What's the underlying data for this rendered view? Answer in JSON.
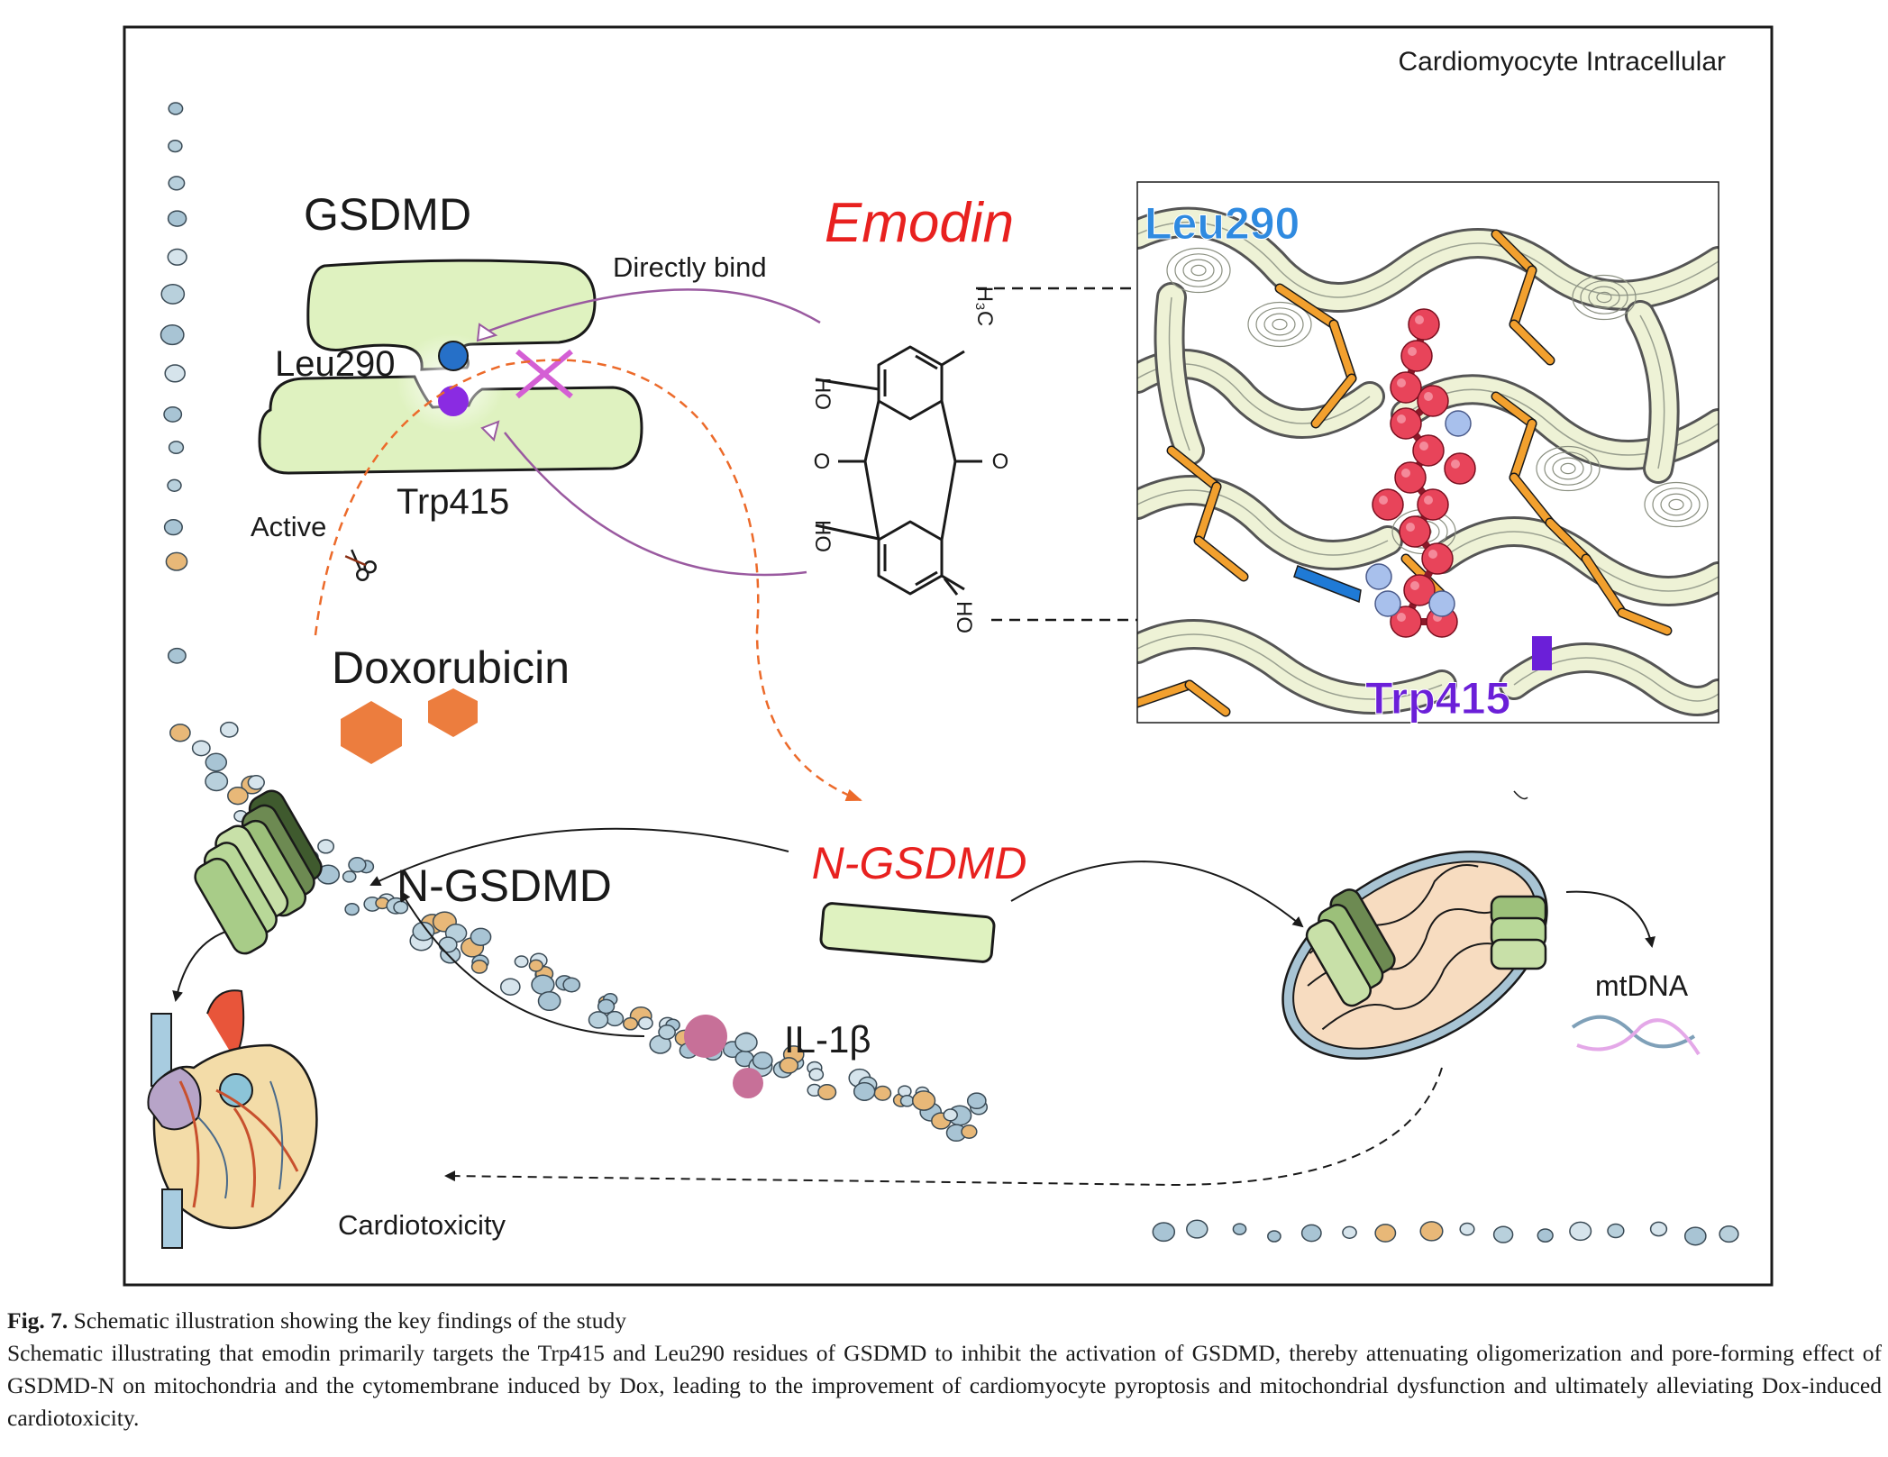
{
  "panel": {
    "corner_label": "Cardiomyocyte Intracellular"
  },
  "protein": {
    "name": "GSDMD",
    "residue_top": "Leu290",
    "residue_bottom": "Trp415",
    "active_label": "Active",
    "bind_label": "Directly bind"
  },
  "compound": {
    "name": "Emodin",
    "methyl": "H₃C",
    "hydroxyl": "HO",
    "carbonyl": "O"
  },
  "drug": {
    "name": "Doxorubicin"
  },
  "docking": {
    "residue_top": "Leu290",
    "residue_bottom": "Trp415"
  },
  "pathway": {
    "n_gsdmd_red": "N-GSDMD",
    "n_gsdmd_black": "N-GSDMD",
    "cytokine": "IL-1β",
    "mtdna": "mtDNA",
    "outcome": "Cardiotoxicity"
  },
  "caption": {
    "fig_no": "Fig. 7.",
    "title": "Schematic illustration showing the key findings of the study",
    "body": "Schematic illustrating that emodin primarily targets the Trp415 and Leu290 residues of GSDMD to inhibit the activation of GSDMD, thereby attenuating oligomerization and pore-forming effect of GSDMD-N on mitochondria and the cytomembrane induced by Dox, leading to the improvement of cardiomyocyte pyroptosis and mitochondrial dysfunction and ultimately alleviating Dox-induced cardiotoxicity."
  },
  "colors": {
    "frame": "#1a1a1a",
    "protein_fill": "#dff2c0",
    "leu_blue": "#2670c8",
    "trp_purple": "#8a2be2",
    "emodin_red": "#e8211f",
    "bind_purple": "#9a5aa0",
    "dox_orange": "#ec7d3e",
    "inhibit_pink": "#d45fd4",
    "il1b_pink": "#c77098",
    "membrane_blue": "#a8c4d4",
    "pore_green": "#9cc07a",
    "docking_leu": "#2f8ae0",
    "docking_trp": "#6b1fd8"
  }
}
